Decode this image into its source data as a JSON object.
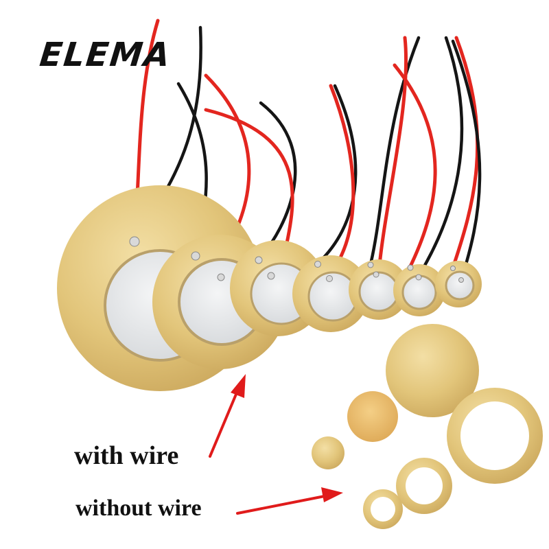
{
  "brand": {
    "logo_text": "ELEMA"
  },
  "captions": {
    "with_wire": "with wire",
    "without_wire": "without wire"
  },
  "colors": {
    "brass": "#e2c57a",
    "brass_dark": "#c9a55a",
    "ceramic": "#e6e8ea",
    "ceramic_ring": "#b9a06a",
    "wire_red": "#e3261f",
    "wire_black": "#151515",
    "arrow_red": "#e01b1b",
    "text": "#111111"
  },
  "illustration": {
    "subject": "piezo discs",
    "wired_discs_count": 7,
    "bare_discs_count": 6,
    "arrow_icons": [
      "arrow-up-right-icon",
      "arrow-right-icon"
    ]
  }
}
